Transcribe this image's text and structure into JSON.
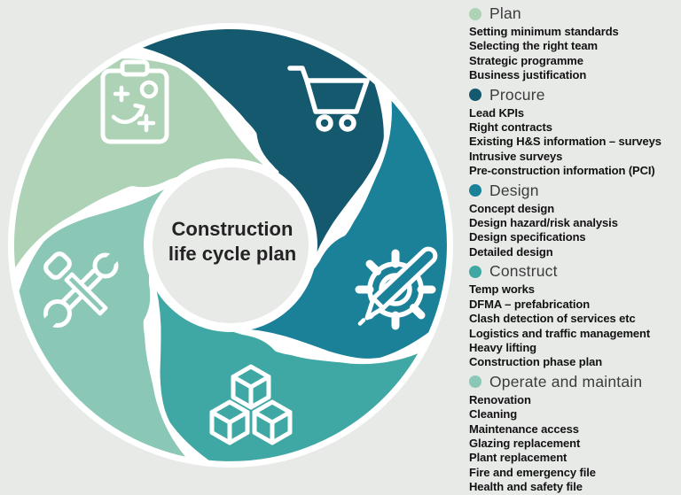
{
  "colors": {
    "background": "#e8eae8",
    "separator": "#ffffff",
    "title_text": "#232323"
  },
  "center": {
    "line1": "Construction",
    "line2": "life cycle plan"
  },
  "phases": [
    {
      "label": "Plan",
      "color": "#aed2b6",
      "icon": "clipboard-strategy-icon",
      "items": [
        "Setting minimum standards",
        "Selecting the right team",
        "Strategic programme",
        "Business justification"
      ]
    },
    {
      "label": "Procure",
      "color": "#15596f",
      "icon": "shopping-cart-icon",
      "items": [
        "Lead KPIs",
        "Right contracts",
        "Existing H&S information – surveys",
        "Intrusive surveys",
        "Pre-construction information (PCI)"
      ]
    },
    {
      "label": "Design",
      "color": "#1a8199",
      "icon": "gear-pencil-icon",
      "items": [
        "Concept design",
        "Design hazard/risk analysis",
        "Design specifications",
        "Detailed design"
      ]
    },
    {
      "label": "Construct",
      "color": "#3fa8a4",
      "icon": "building-blocks-icon",
      "items": [
        "Temp works",
        "DFMA – prefabrication",
        "Clash detection of services etc",
        "Logistics and traffic management",
        "Heavy lifting",
        "Construction phase plan"
      ]
    },
    {
      "label": "Operate and maintain",
      "color": "#8bc7b7",
      "icon": "crossed-tools-icon",
      "items": [
        "Renovation",
        "Cleaning",
        "Maintenance access",
        "Glazing replacement",
        "Plant replacement",
        "Fire and emergency file",
        "Health and safety file"
      ]
    }
  ]
}
